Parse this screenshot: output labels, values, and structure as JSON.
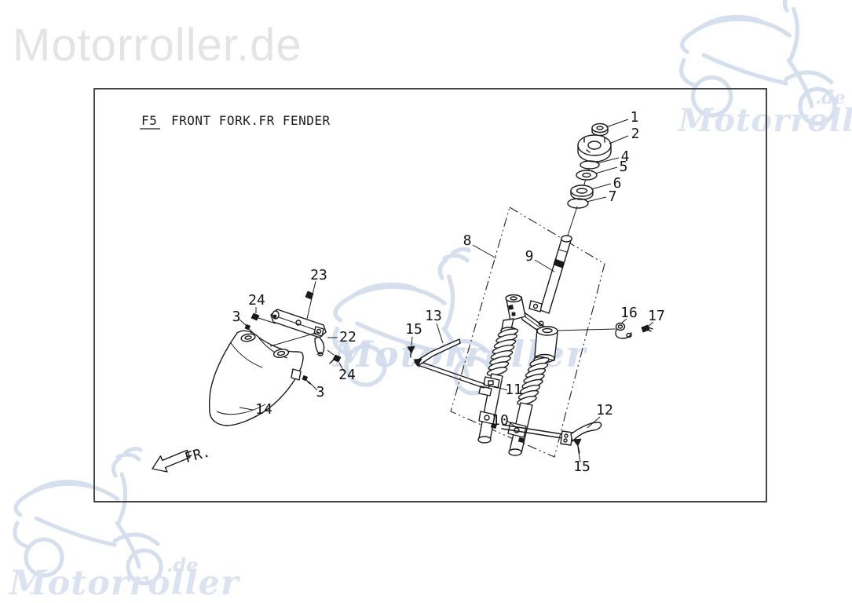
{
  "watermarks": {
    "top_left_text": "Motorroller.de",
    "brand_text": "Motorroller",
    "domain_suffix": ".de",
    "grey_color": "#e4e4e4",
    "blue_color": "#ccd8ea"
  },
  "diagram": {
    "code": "F5",
    "title": "FRONT FORK.FR FENDER",
    "direction_label": "FR.",
    "line_color": "#1a1a1a",
    "border_color": "#454545",
    "labels": {
      "l1": "1",
      "l2": "2",
      "l4": "4",
      "l5": "5",
      "l6": "6",
      "l7": "7",
      "l8": "8",
      "l9": "9",
      "l10": "10",
      "l11": "11",
      "l12": "12",
      "l13": "13",
      "l14": "14",
      "l15a": "15",
      "l15b": "15",
      "l16": "16",
      "l17": "17",
      "l22": "22",
      "l23": "23",
      "l24a": "24",
      "l24b": "24",
      "l3a": "3",
      "l3b": "3"
    }
  }
}
